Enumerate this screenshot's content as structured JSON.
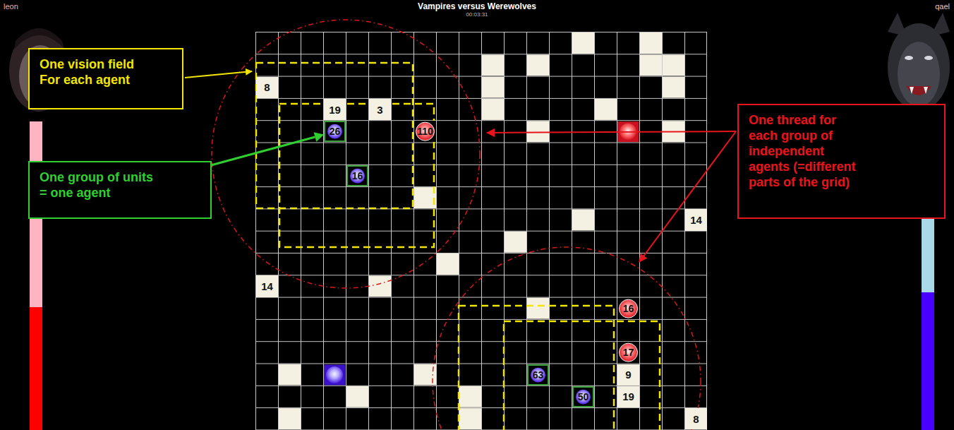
{
  "diagram": {
    "title": "Vampires versus Werewolves",
    "nodes": [
      {
        "text": [
          "One vision field For each agent"
        ]
      },
      {
        "text": [
          "One group of units = one agent"
        ]
      },
      {
        "text": [
          "One thread for each group of independent agents (=different parts of the grid)"
        ]
      },
      {
        "text": [
          "8"
        ]
      },
      {
        "text": [
          "19"
        ]
      },
      {
        "text": [
          "3"
        ]
      },
      {
        "text": [
          "26"
        ]
      },
      {
        "text": [
          "110"
        ]
      },
      {
        "text": [
          "16"
        ]
      },
      {
        "text": [
          "14"
        ]
      },
      {
        "text": [
          "14"
        ]
      },
      {
        "text": [
          "16"
        ]
      },
      {
        "text": [
          "17"
        ]
      },
      {
        "text": [
          "63"
        ]
      },
      {
        "text": [
          "9"
        ]
      },
      {
        "text": [
          "50"
        ]
      },
      {
        "text": [
          "19"
        ]
      },
      {
        "text": [
          "8"
        ]
      }
    ],
    "edges": [
      {
        "from": 1,
        "to": 6,
        "arrow": "to"
      }
    ],
    "labels": [
      "leon",
      "00:03:31",
      "qael"
    ]
  }
}
